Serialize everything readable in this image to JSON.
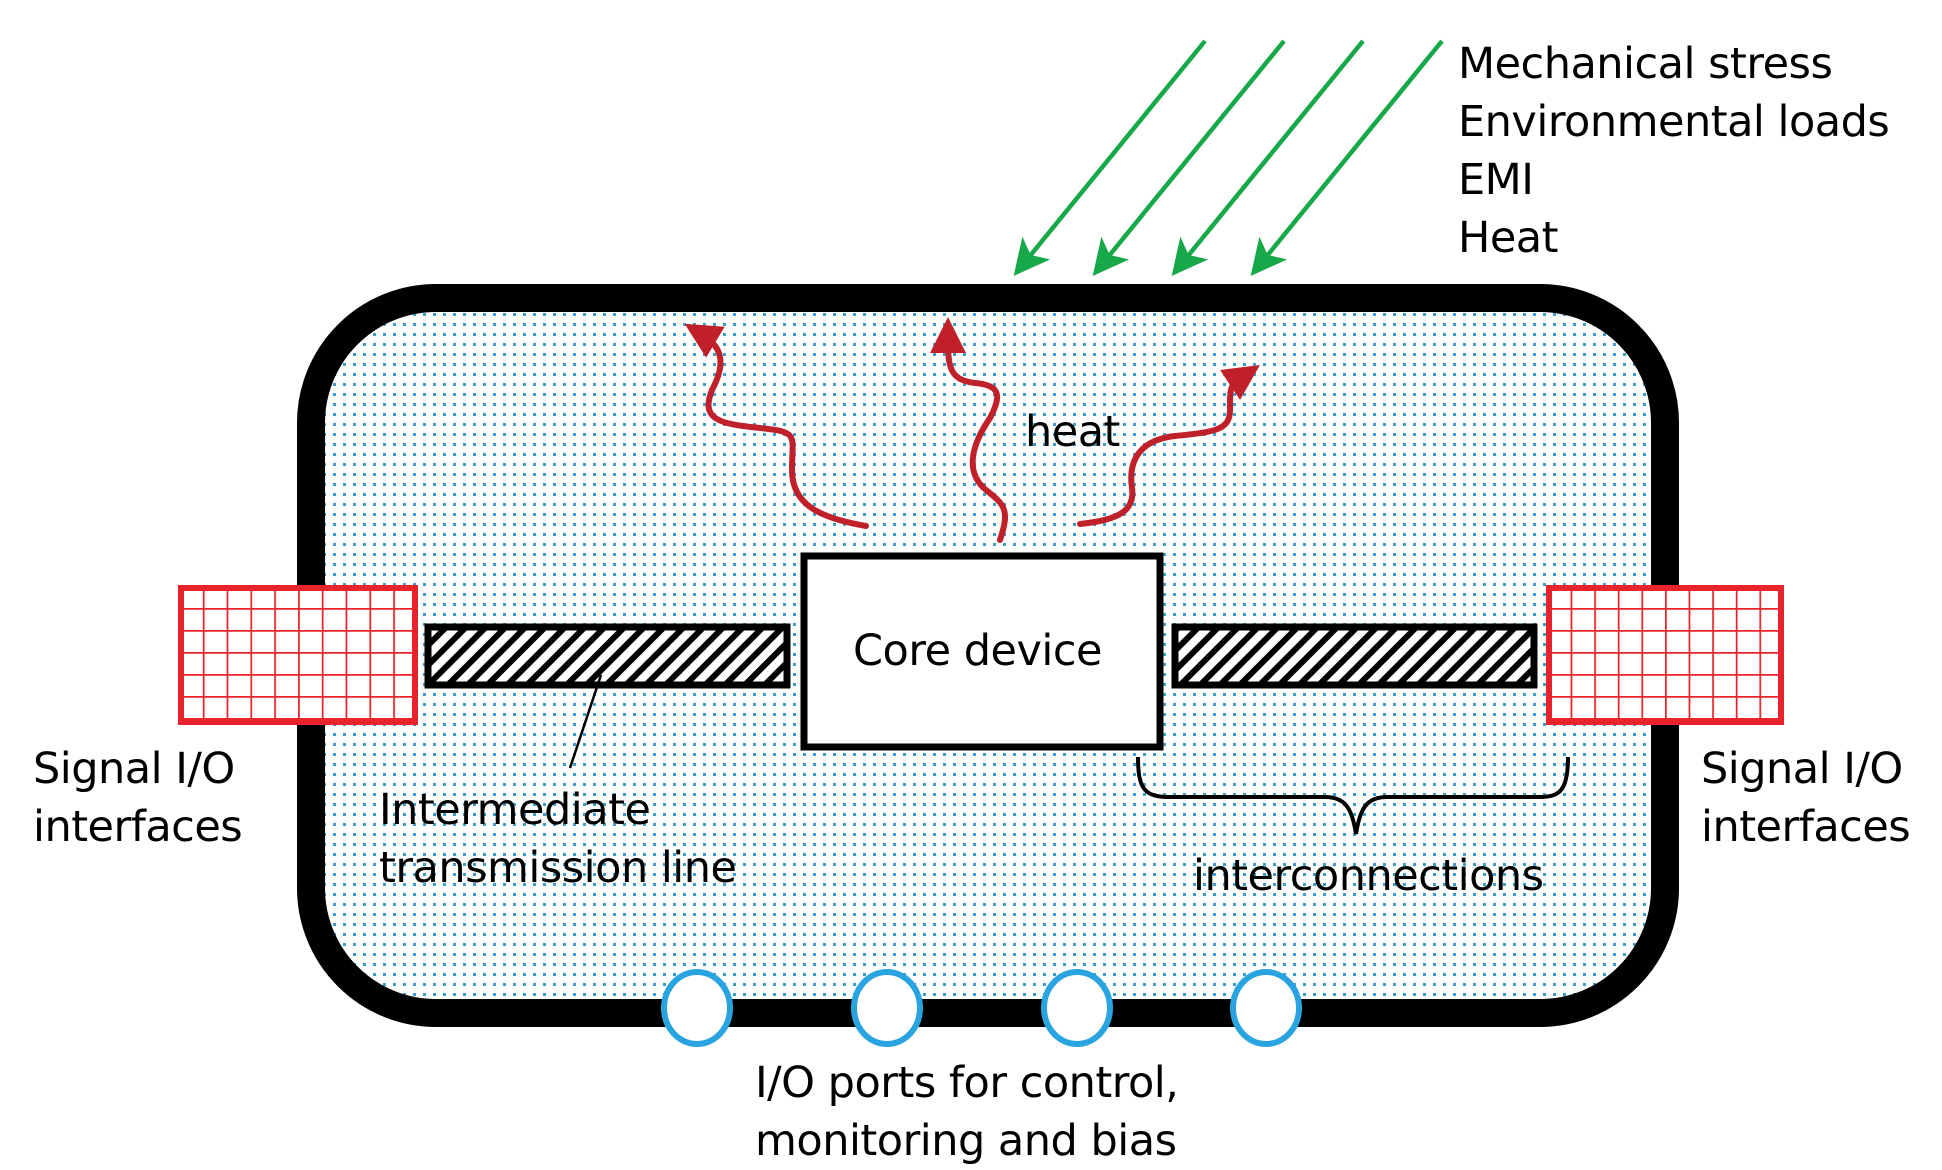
{
  "diagram": {
    "core_device": "Core device",
    "heat_label": "heat",
    "external_loads": [
      "Mechanical stress",
      "Environmental loads",
      "EMI",
      "Heat"
    ],
    "signal_io_left": [
      "Signal I/O",
      "interfaces"
    ],
    "signal_io_right": [
      "Signal I/O",
      "interfaces"
    ],
    "transmission_line": [
      "Intermediate",
      "transmission line"
    ],
    "interconnections": "interconnections",
    "io_ports": [
      "I/O ports for control,",
      "monitoring and bias"
    ],
    "port_count": 4,
    "colors": {
      "package_border": "#000000",
      "package_fill_dots": "#3a9ecb",
      "heat_arrows": "#c0202a",
      "load_arrows": "#17a84a",
      "signal_io_grid": "#e8232b",
      "port_ring": "#2aa4e0"
    }
  }
}
